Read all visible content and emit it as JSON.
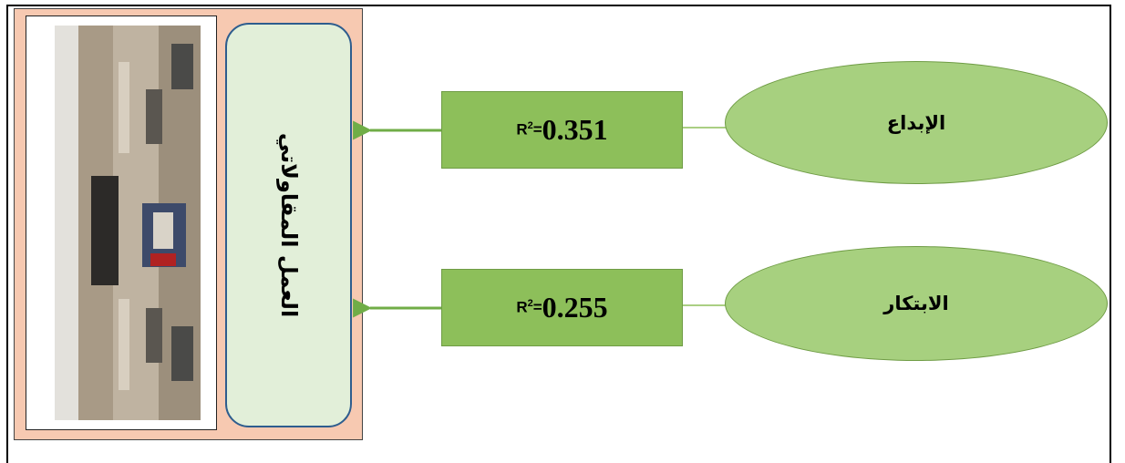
{
  "outcome": {
    "label": "العمل المقاولاتي"
  },
  "photo": {
    "description_icon": "university-building-photo"
  },
  "relations": [
    {
      "predictor": "الإبداع",
      "r2_label": "R",
      "r2_sup": "2",
      "r2_eq": "=",
      "r2_value": "0.351"
    },
    {
      "predictor": "الابتكار",
      "r2_label": "R",
      "r2_sup": "2",
      "r2_eq": "=",
      "r2_value": "0.255"
    }
  ],
  "colors": {
    "panel_bg": "#f7c9b1",
    "outcome_bg": "#e2efd9",
    "outcome_border": "#2e5d8e",
    "rbox_bg": "#8dbf5a",
    "ellipse_bg": "#a7d07f",
    "arrow": "#70ad47"
  }
}
